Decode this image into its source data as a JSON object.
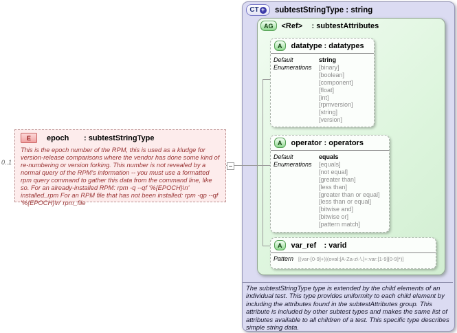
{
  "complex_type": {
    "badge": "CT",
    "plus_icon": "+",
    "title": "subtestStringType : string",
    "annotation": "The subtestStringType type is extended by the child elements of an individual test.  This type provides uniformity to each child element by including the attributes found in the subtestAttributes group.  This attribute is included by other subtest types and makes the same list of attributes available to all children of a test.  This specific type describes simple string data."
  },
  "attribute_group": {
    "badge": "AG",
    "name": "<Ref>",
    "type": ": subtestAttributes"
  },
  "labels": {
    "default": "Default",
    "enumerations": "Enumerations",
    "pattern": "Pattern"
  },
  "attributes": [
    {
      "badge": "A",
      "name": "datatype",
      "type": ": datatypes",
      "default": "string",
      "enumerations": [
        "[binary]",
        "[boolean]",
        "[component]",
        "[float]",
        "[int]",
        "[rpmversion]",
        "[string]",
        "[version]"
      ]
    },
    {
      "badge": "A",
      "name": "operator",
      "type": ": operators",
      "default": "equals",
      "enumerations": [
        "[equals]",
        "[not equal]",
        "[greater than]",
        "[less than]",
        "[greater than or equal]",
        "[less than or equal]",
        "[bitwise and]",
        "[bitwise or]",
        "[pattern match]"
      ]
    },
    {
      "badge": "A",
      "name": "var_ref",
      "type": ": varid",
      "pattern": "[(var-[0-9]+)|(oval:[A-Za-z\\-\\.]+:var:[1-9][0-9]*)]"
    }
  ],
  "element": {
    "badge": "E",
    "name": "epoch",
    "type": ": subtestStringType",
    "cardinality": "0..1",
    "description": "This is the epoch number of the RPM, this is used as a kludge for version-release comparisons where the vendor has done some kind of re-numbering or version forking.  This number is not revealed by a normal query of the RPM's information -- you  must use a formatted rpm query command to gather this data from the command  line, like so.  For an already-installed RPM:  rpm -q --qf '%{EPOCH}\\n' installed_rpm  For an RPM file that has not been installed:  rpm -qp --qf '%{EPOCH}\\n' rpm_file"
  }
}
